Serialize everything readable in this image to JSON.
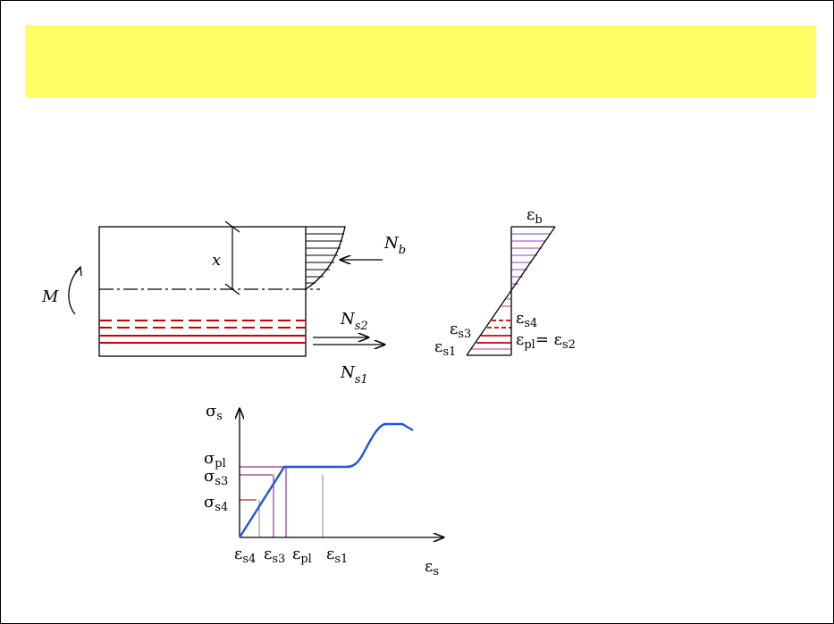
{
  "colors": {
    "banner": "#ffff66",
    "rebar": "#cc0000",
    "hatch_compression": "#9933cc",
    "hatch_tension": "#cc3366",
    "curve": "#2255dd",
    "guide_purple": "#993399",
    "guide_red": "#cc2222",
    "guide_gray": "#888888"
  },
  "section": {
    "moment": "M",
    "depth": "x",
    "force_concrete": "N",
    "force_concrete_sub": "b",
    "force_steel2": "N",
    "force_steel2_sub": "s2",
    "force_steel1": "N",
    "force_steel1_sub": "s1"
  },
  "strain": {
    "eb": "ε",
    "eb_sub": "b",
    "es3": "ε",
    "es3_sub": "s3",
    "es4": "ε",
    "es4_sub": "s4",
    "es1": "ε",
    "es1_sub": "s1",
    "epl": "ε",
    "epl_sub": "pl",
    "eq": "= ε",
    "es2_sub": "s2"
  },
  "graph": {
    "y_axis": "σ",
    "y_axis_sub": "s",
    "x_axis": "ε",
    "x_axis_sub": "s",
    "y_ticks": [
      {
        "main": "σ",
        "sub": "pl"
      },
      {
        "main": "σ",
        "sub": "s3"
      },
      {
        "main": "σ",
        "sub": "s4"
      }
    ],
    "x_ticks": [
      {
        "main": "ε",
        "sub": "s4"
      },
      {
        "main": "ε",
        "sub": "s3"
      },
      {
        "main": "ε",
        "sub": "pl"
      },
      {
        "main": "ε",
        "sub": "s1"
      }
    ]
  }
}
